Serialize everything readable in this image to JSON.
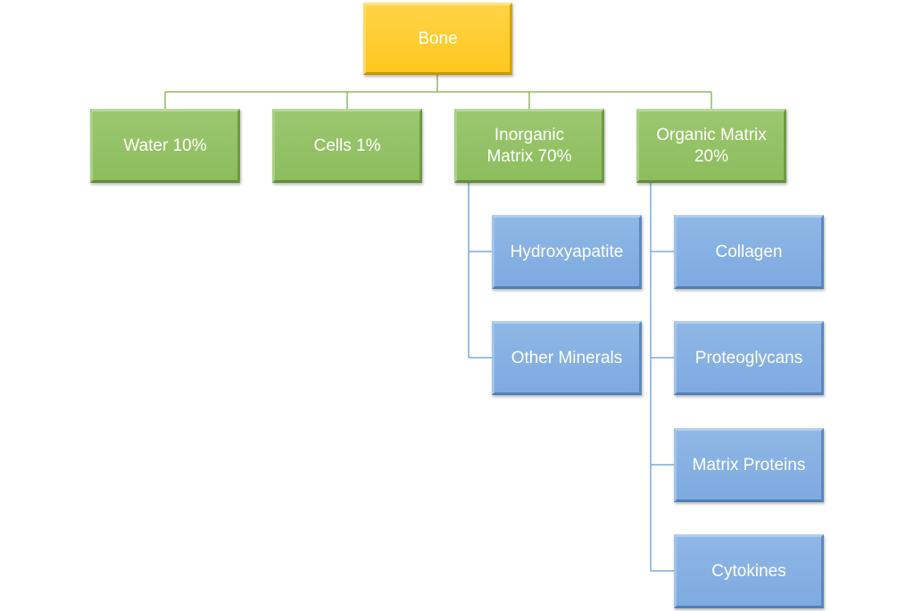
{
  "diagram": {
    "root": {
      "label": "Bone"
    },
    "level1": [
      {
        "label": "Water 10%"
      },
      {
        "label": "Cells 1%"
      },
      {
        "label": "Inorganic\nMatrix 70%"
      },
      {
        "label": "Organic Matrix\n20%"
      }
    ],
    "inorganic_children": [
      {
        "label": "Hydroxyapatite"
      },
      {
        "label": "Other Minerals"
      }
    ],
    "organic_children": [
      {
        "label": "Collagen"
      },
      {
        "label": "Proteoglycans"
      },
      {
        "label": "Matrix Proteins"
      },
      {
        "label": "Cytokines"
      }
    ],
    "colors": {
      "root_fill": "#ffc81e",
      "level1_fill": "#8cbd5c",
      "leaf_fill": "#7eaae0",
      "level1_connector": "#8cbd5c",
      "leaf_connector": "#7eaae0",
      "text": "#ffffff"
    }
  }
}
